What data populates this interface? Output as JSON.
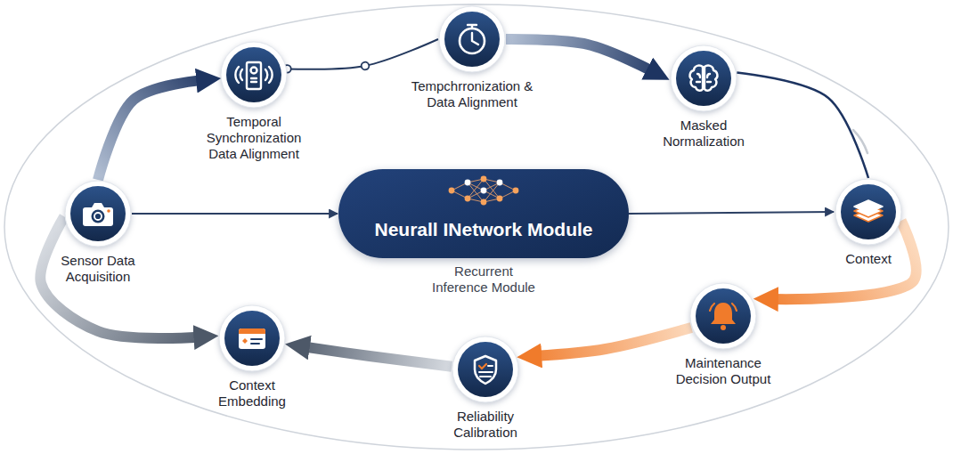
{
  "diagram": {
    "nodes": [
      {
        "text": [
          "Sensor Data Acquisition"
        ]
      },
      {
        "text": [
          "Temporal Synchronization Data Alignment"
        ]
      },
      {
        "text": [
          "Tempchrronization & Data Alignment"
        ]
      },
      {
        "text": [
          "Masked Normalization"
        ]
      },
      {
        "text": [
          "Neurall INetwork Module",
          "Recurrent Inference Module"
        ]
      },
      {
        "text": [
          "Context"
        ]
      },
      {
        "text": [
          "Maintenance Decision Output"
        ]
      },
      {
        "text": [
          "Reliability Calibration"
        ]
      },
      {
        "text": [
          "Context Embedding"
        ]
      }
    ],
    "edges": [
      {
        "from": 0,
        "to": 1,
        "arrow": "to"
      },
      {
        "from": 1,
        "to": 2,
        "arrow": "none"
      },
      {
        "from": 2,
        "to": 3,
        "arrow": "to"
      },
      {
        "from": 3,
        "to": 5,
        "arrow": "none"
      },
      {
        "from": 0,
        "to": 4,
        "arrow": "to"
      },
      {
        "from": 4,
        "to": 5,
        "arrow": "to"
      },
      {
        "from": 5,
        "to": 6,
        "arrow": "to"
      },
      {
        "from": 6,
        "to": 7,
        "arrow": "to"
      },
      {
        "from": 7,
        "to": 8,
        "arrow": "to"
      },
      {
        "from": 0,
        "to": 8,
        "arrow": "to"
      }
    ]
  }
}
